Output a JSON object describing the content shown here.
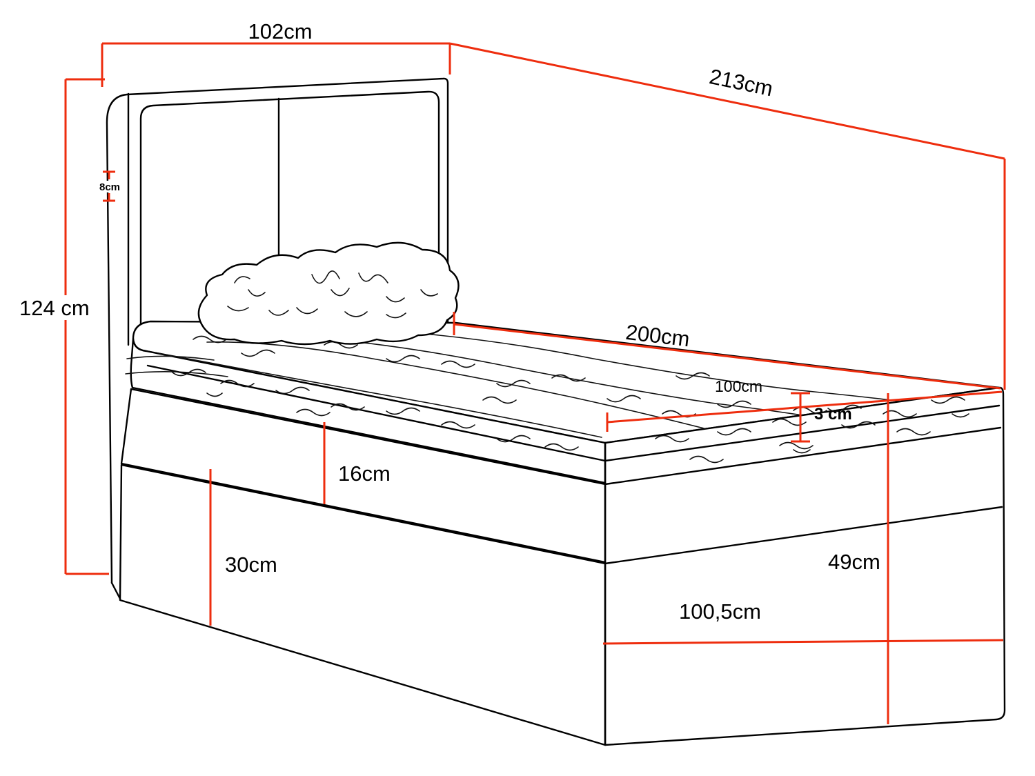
{
  "title": "Boxspring bed dimension diagram",
  "colors": {
    "dimension": "#ee2d0e",
    "drawing": "#000000",
    "background": "#ffffff",
    "text": "#000000"
  },
  "dims": {
    "headboard_width": "102cm",
    "total_length": "213cm",
    "total_height": "124  cm",
    "headboard_side": "8cm",
    "sleeping_length": "200cm",
    "sleeping_width": "100cm",
    "topper_height": "3 cm",
    "upper_box_height": "16cm",
    "storage_height": "30cm",
    "base_height": "49cm",
    "foot_width": "100,5cm"
  }
}
